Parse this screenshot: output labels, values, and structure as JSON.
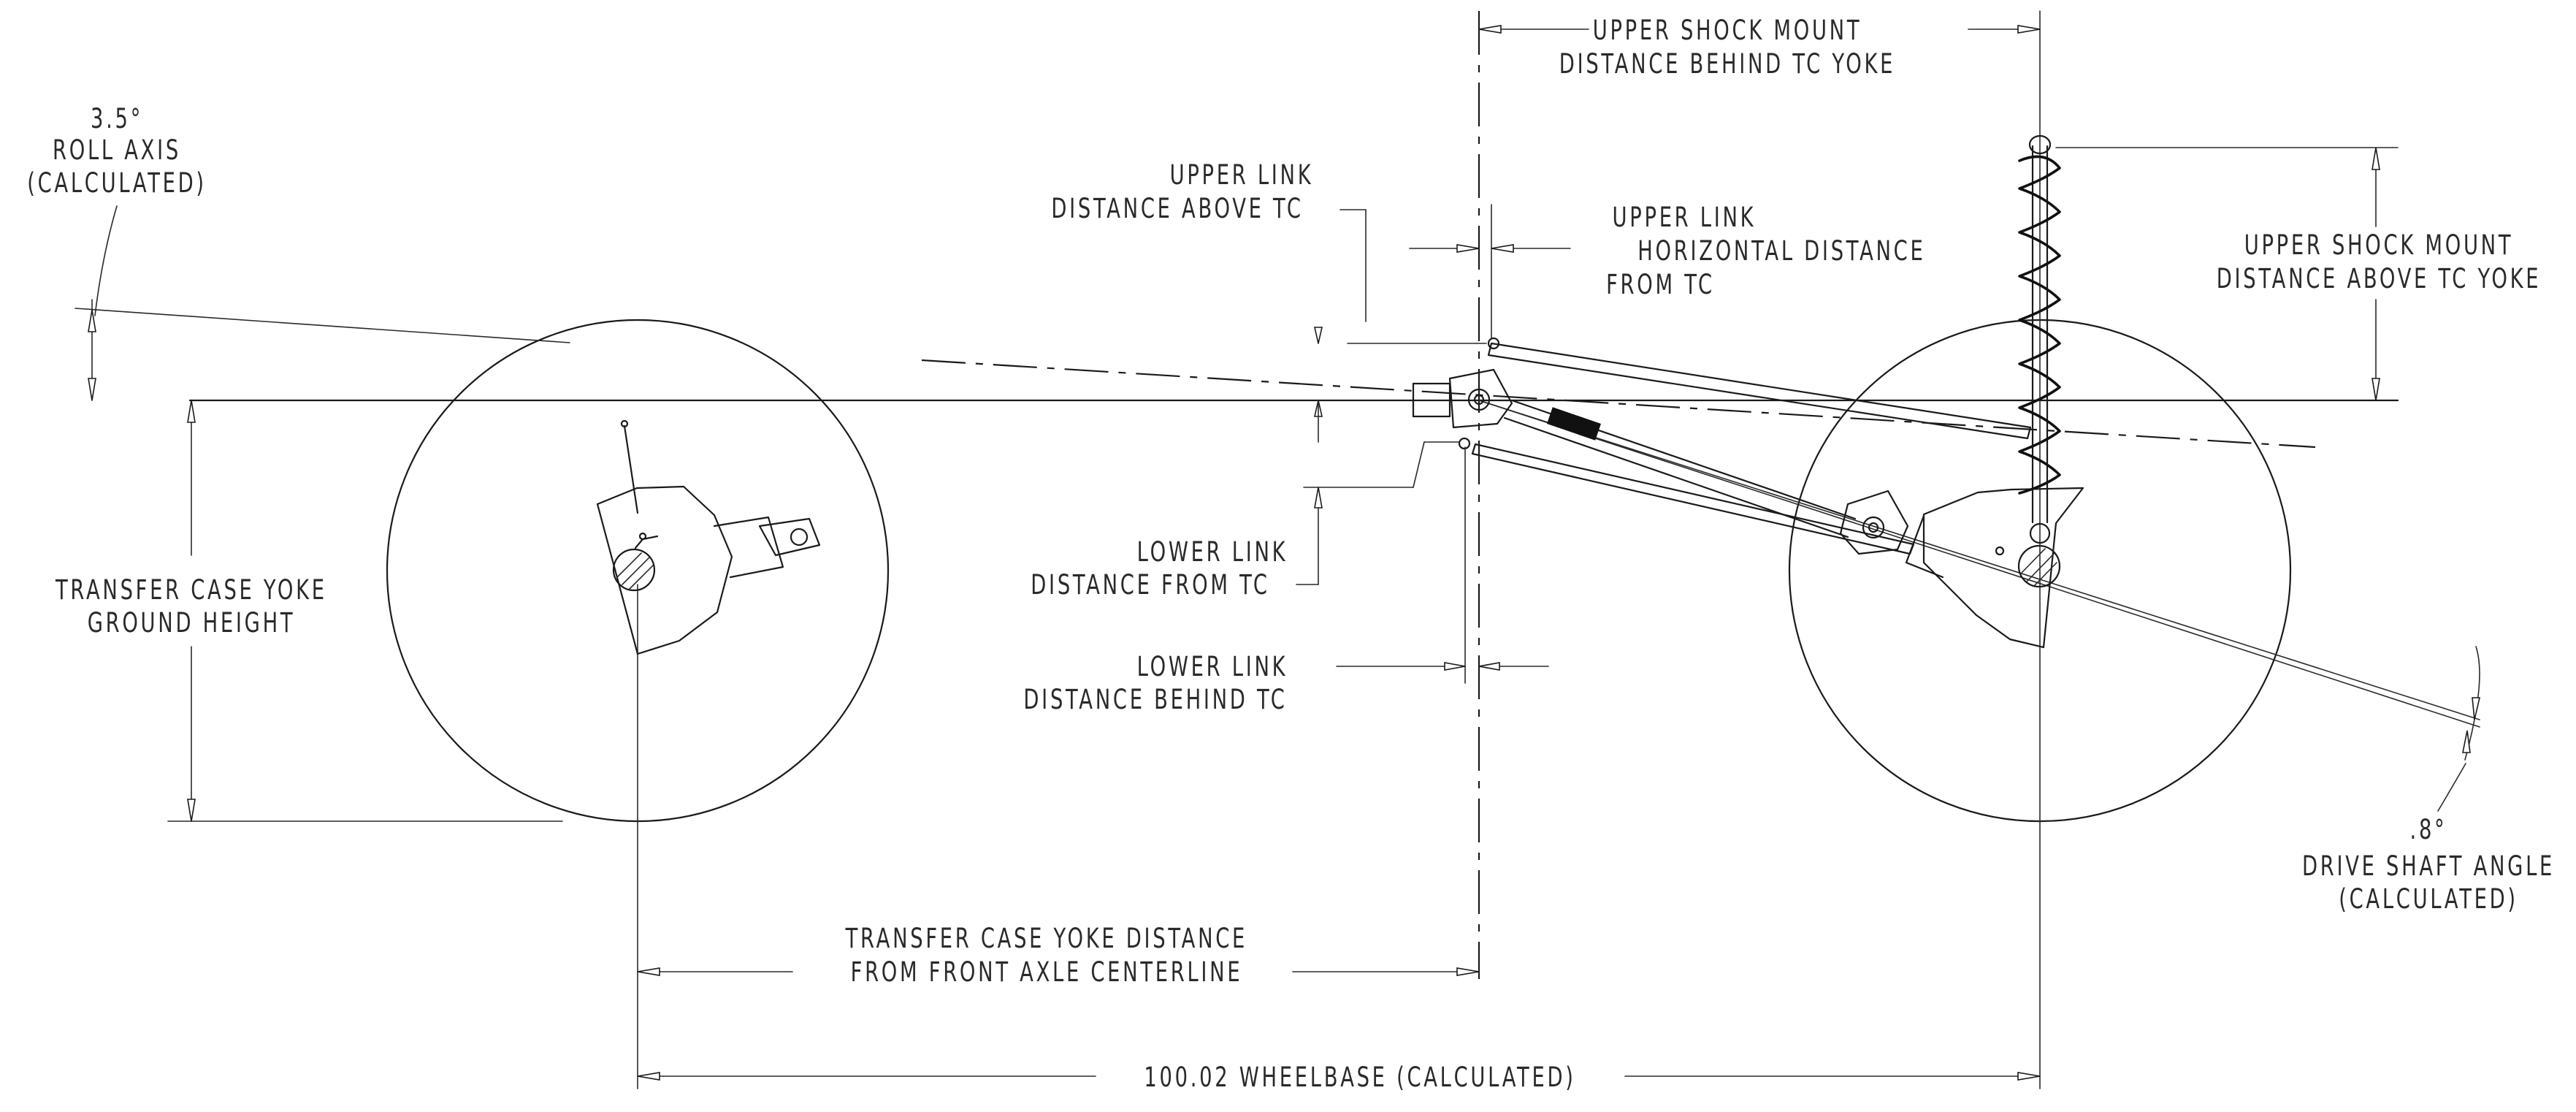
{
  "labels": {
    "roll_axis_value": "3.5°",
    "roll_axis_line1": "ROLL AXIS",
    "roll_axis_line2": "(CALCULATED)",
    "upper_shock_behind_line1": "UPPER SHOCK MOUNT",
    "upper_shock_behind_line2": "DISTANCE BEHIND TC YOKE",
    "upper_link_above_line1": "UPPER LINK",
    "upper_link_above_line2": "DISTANCE ABOVE TC",
    "upper_link_horiz_line1": "UPPER LINK",
    "upper_link_horiz_line2": "HORIZONTAL DISTANCE",
    "upper_link_horiz_line3": "FROM TC",
    "upper_shock_above_line1": "UPPER SHOCK MOUNT",
    "upper_shock_above_line2": "DISTANCE ABOVE TC YOKE",
    "tc_ground_line1": "TRANSFER CASE YOKE",
    "tc_ground_line2": "GROUND HEIGHT",
    "lower_link_from_line1": "LOWER LINK",
    "lower_link_from_line2": "DISTANCE FROM TC",
    "lower_link_behind_line1": "LOWER LINK",
    "lower_link_behind_line2": "DISTANCE BEHIND TC",
    "drive_shaft_value": ".8°",
    "drive_shaft_line1": "DRIVE SHAFT ANGLE",
    "drive_shaft_line2": "(CALCULATED)",
    "tc_distance_line1": "TRANSFER CASE YOKE DISTANCE",
    "tc_distance_line2": "FROM FRONT AXLE CENTERLINE",
    "wheelbase_label": "100.02 WHEELBASE (CALCULATED)"
  }
}
